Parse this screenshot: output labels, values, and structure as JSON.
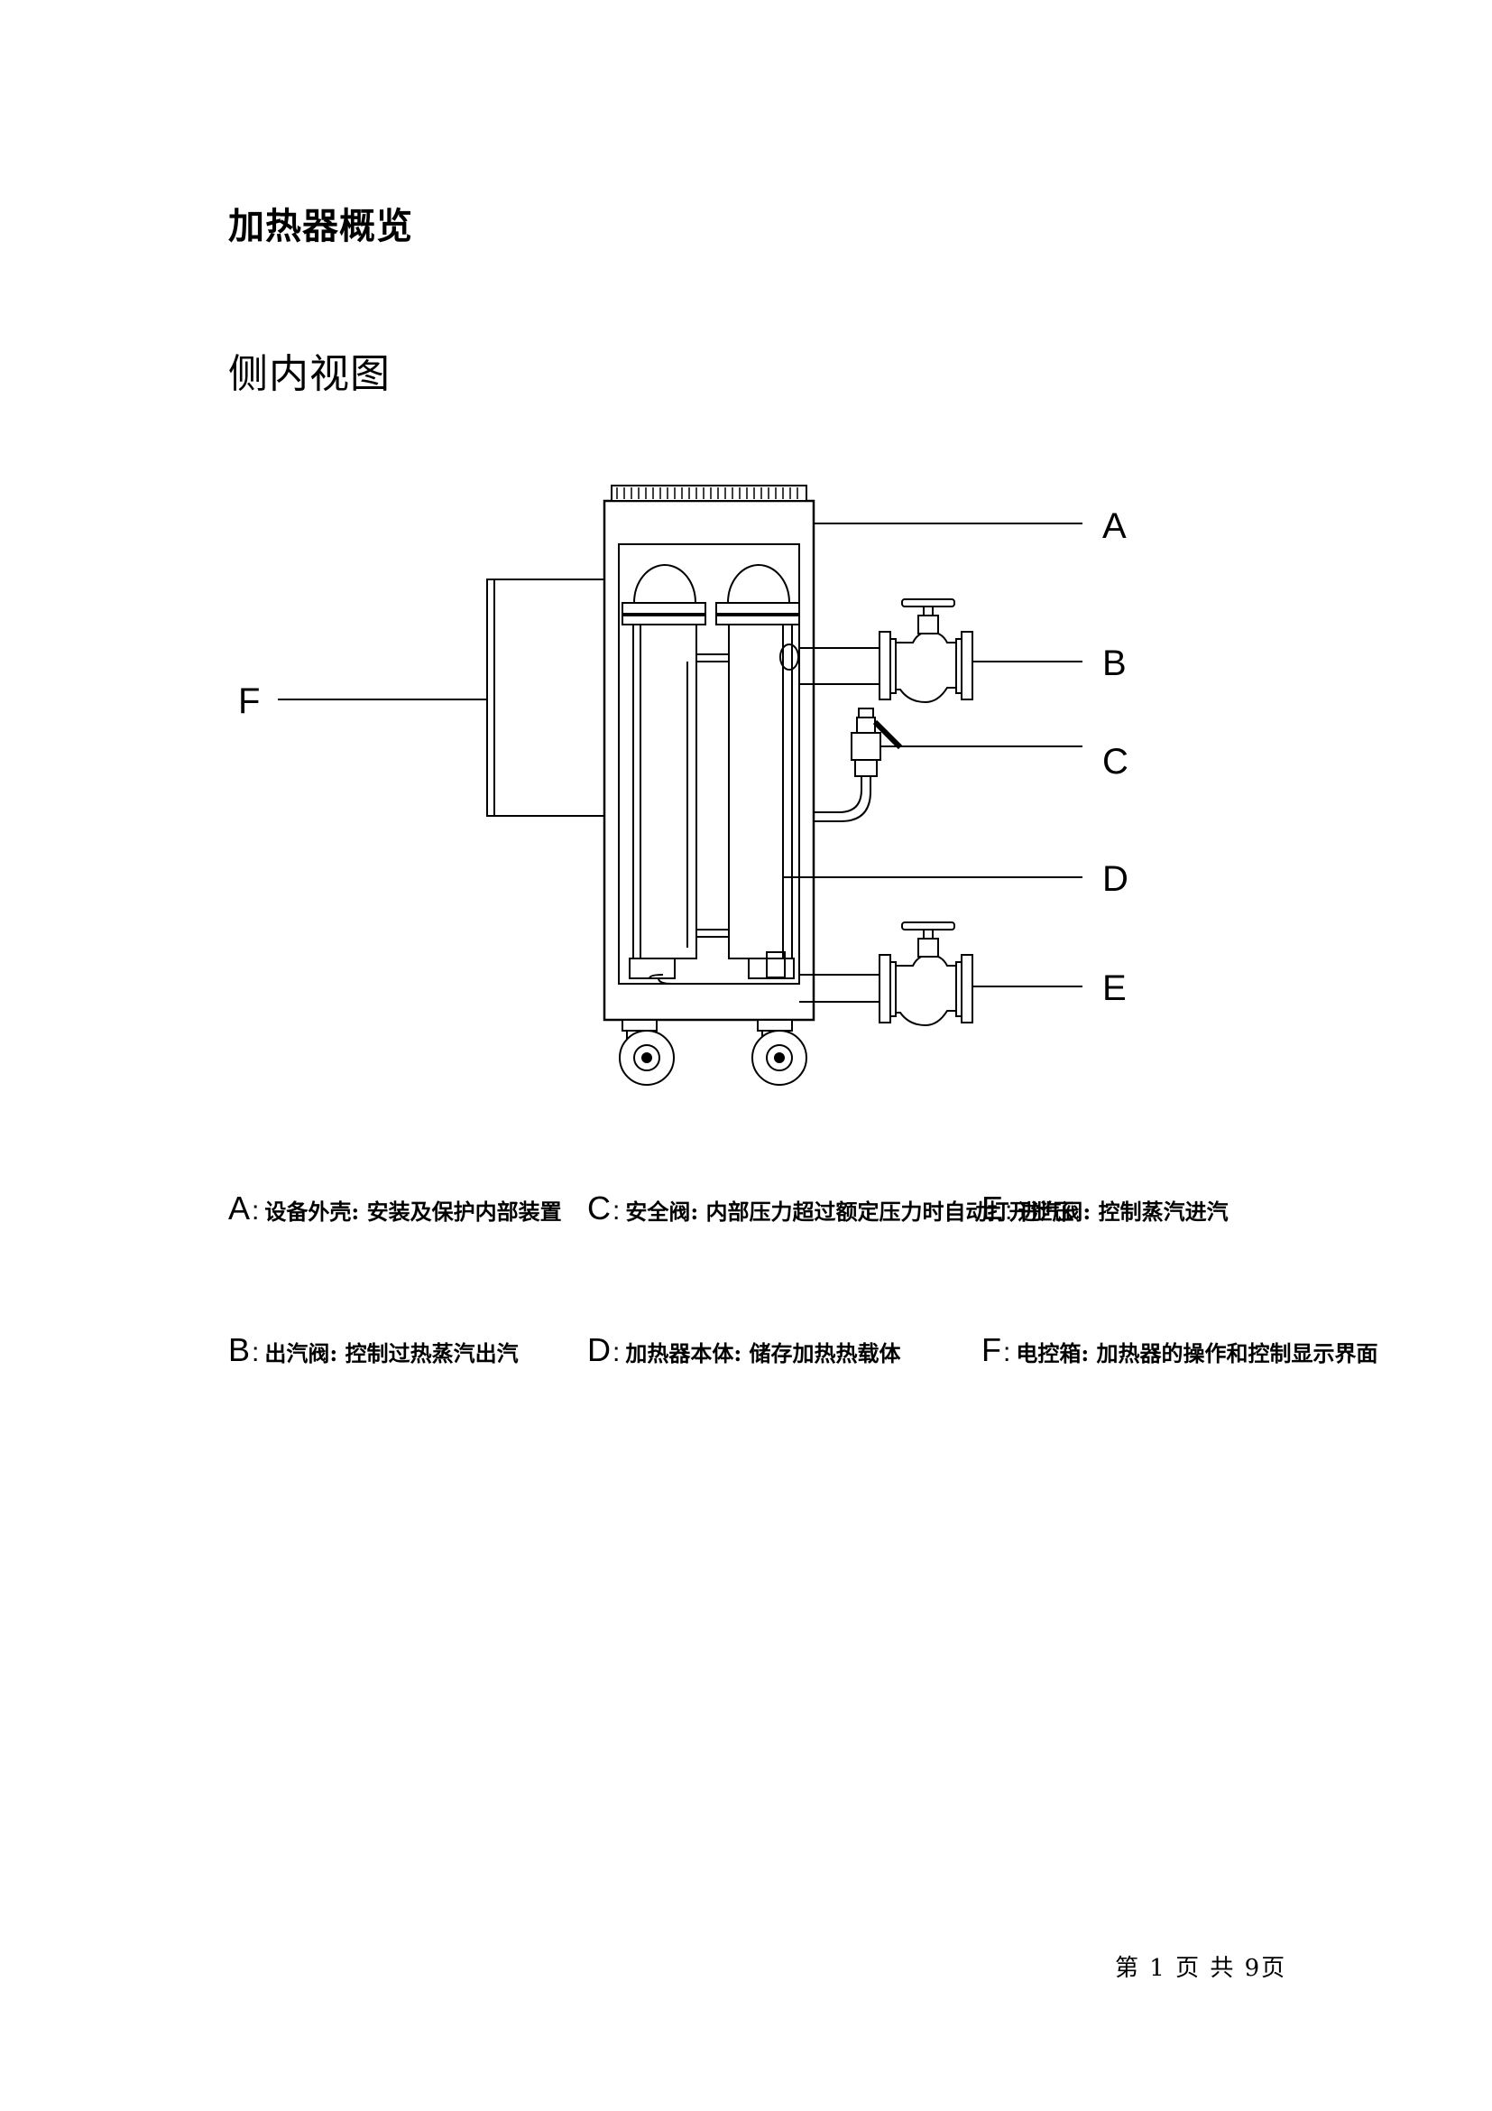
{
  "page_title": "加热器概览",
  "view_title": "侧内视图",
  "callouts": [
    "A",
    "B",
    "C",
    "D",
    "E",
    "F"
  ],
  "legend": [
    {
      "key": "A",
      "sep": ":",
      "text": "设备外壳: 安装及保护内部装置"
    },
    {
      "key": "B",
      "sep": ":",
      "text": "出汽阀: 控制过热蒸汽出汽"
    },
    {
      "key": "C",
      "sep": ":",
      "text": "安全阀: 内部压力超过额定压力时自动打开泄压"
    },
    {
      "key": "D",
      "sep": ":",
      "text": "加热器本体: 储存加热热载体"
    },
    {
      "key": "E",
      "sep": ":",
      "text": "进汽阀: 控制蒸汽进汽"
    },
    {
      "key": "F",
      "sep": ":",
      "text": "电控箱: 加热器的操作和控制显示界面"
    }
  ],
  "footer": "第 1 页 共 9页"
}
